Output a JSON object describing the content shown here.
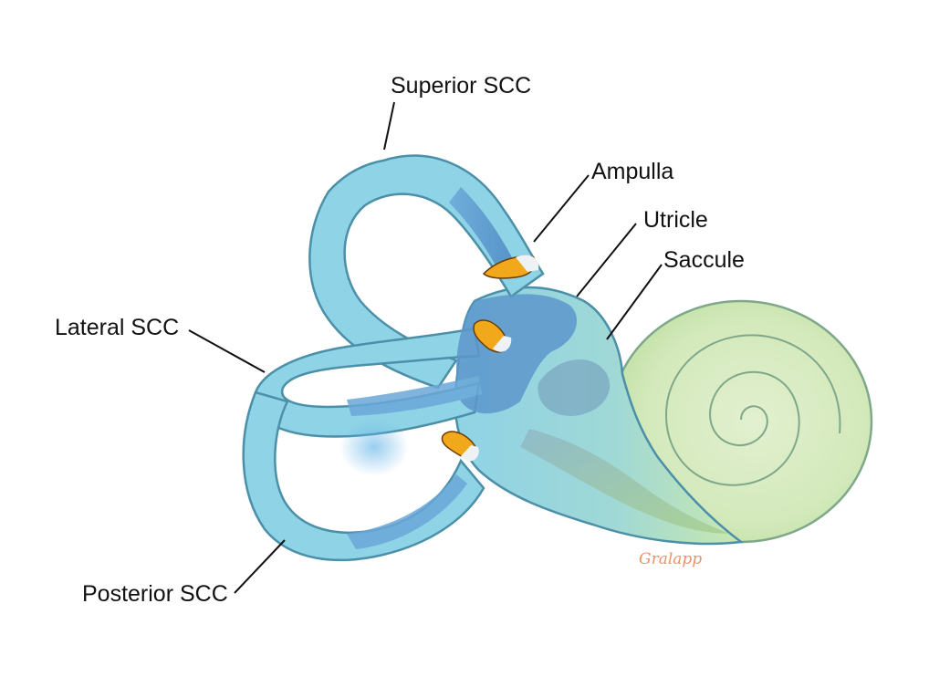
{
  "labels": {
    "superior_scc": "Superior SCC",
    "ampulla": "Ampulla",
    "utricle": "Utricle",
    "saccule": "Saccule",
    "lateral_scc": "Lateral SCC",
    "posterior_scc": "Posterior SCC"
  },
  "signature": "Gralapp",
  "colors": {
    "canal_fill": "#8fd3e6",
    "canal_outline": "#4b8fa8",
    "duct_fill": "#5f9bd0",
    "cochlea_fill": "#d6ebbf",
    "cochlea_outline": "#7fa88a",
    "crista": "#f2a81b",
    "signature": "#e8936a"
  }
}
